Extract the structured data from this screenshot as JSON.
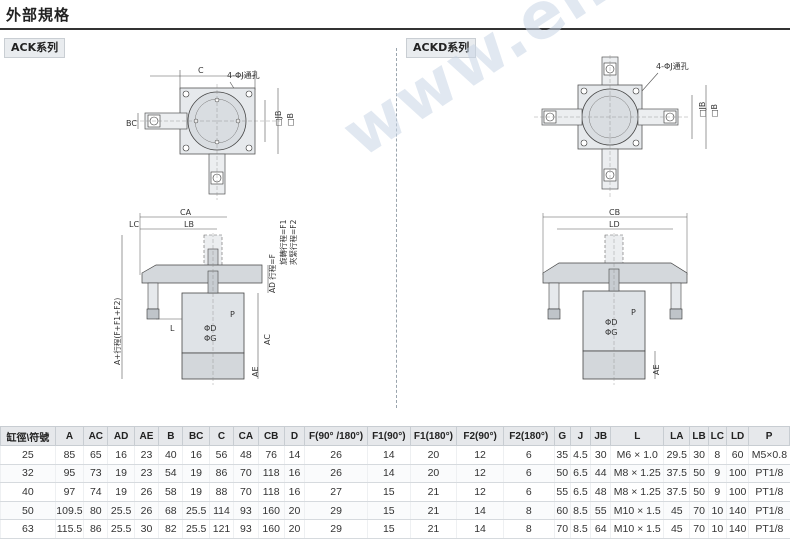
{
  "header": {
    "title": "外部規格"
  },
  "sections": [
    {
      "label": "ACK系列"
    },
    {
      "label": "ACKD系列"
    }
  ],
  "watermark": "www.ehsy.com",
  "drawings": {
    "ack_top": {
      "c": "C",
      "hole": "4-ΦJ通孔",
      "bc": "BC",
      "jb": "□JB",
      "b": "□B"
    },
    "ack_side": {
      "ca": "CA",
      "lb": "LB",
      "lc": "LC",
      "stroke": "A+行程(F+F1+F2)",
      "l": "L",
      "ad": "AD 行程=F",
      "rot": "旋轉行程=F1",
      "clamp": "夾緊行程=F2",
      "phid": "ΦD",
      "phig": "ΦG",
      "ac": "AC",
      "ae": "AE",
      "p": "P"
    },
    "ackd_top": {
      "hole": "4-ΦJ通孔",
      "jb": "□JB",
      "b": "□B"
    },
    "ackd_side": {
      "cb": "CB",
      "ld": "LD",
      "phid": "ΦD",
      "phig": "ΦG",
      "ae": "AE",
      "p": "P"
    }
  },
  "table": {
    "headers": [
      "缸徑\\符號",
      "A",
      "AC",
      "AD",
      "AE",
      "B",
      "BC",
      "C",
      "CA",
      "CB",
      "D",
      "F(90° /180°)",
      "F1(90°)",
      "F1(180°)",
      "F2(90°)",
      "F2(180°)",
      "G",
      "J",
      "JB",
      "L",
      "LA",
      "LB",
      "LC",
      "LD",
      "P"
    ],
    "rows": [
      [
        "25",
        "85",
        "65",
        "16",
        "23",
        "40",
        "16",
        "56",
        "48",
        "76",
        "14",
        "26",
        "14",
        "20",
        "12",
        "6",
        "35",
        "4.5",
        "30",
        "M6 × 1.0",
        "29.5",
        "30",
        "8",
        "60",
        "M5×0.8"
      ],
      [
        "32",
        "95",
        "73",
        "19",
        "23",
        "54",
        "19",
        "86",
        "70",
        "118",
        "16",
        "26",
        "14",
        "20",
        "12",
        "6",
        "50",
        "6.5",
        "44",
        "M8 × 1.25",
        "37.5",
        "50",
        "9",
        "100",
        "PT1/8"
      ],
      [
        "40",
        "97",
        "74",
        "19",
        "26",
        "58",
        "19",
        "88",
        "70",
        "118",
        "16",
        "27",
        "15",
        "21",
        "12",
        "6",
        "55",
        "6.5",
        "48",
        "M8 × 1.25",
        "37.5",
        "50",
        "9",
        "100",
        "PT1/8"
      ],
      [
        "50",
        "109.5",
        "80",
        "25.5",
        "26",
        "68",
        "25.5",
        "114",
        "93",
        "160",
        "20",
        "29",
        "15",
        "21",
        "14",
        "8",
        "60",
        "8.5",
        "55",
        "M10 × 1.5",
        "45",
        "70",
        "10",
        "140",
        "PT1/8"
      ],
      [
        "63",
        "115.5",
        "86",
        "25.5",
        "30",
        "82",
        "25.5",
        "121",
        "93",
        "160",
        "20",
        "29",
        "15",
        "21",
        "14",
        "8",
        "70",
        "8.5",
        "64",
        "M10 × 1.5",
        "45",
        "70",
        "10",
        "140",
        "PT1/8"
      ]
    ]
  }
}
